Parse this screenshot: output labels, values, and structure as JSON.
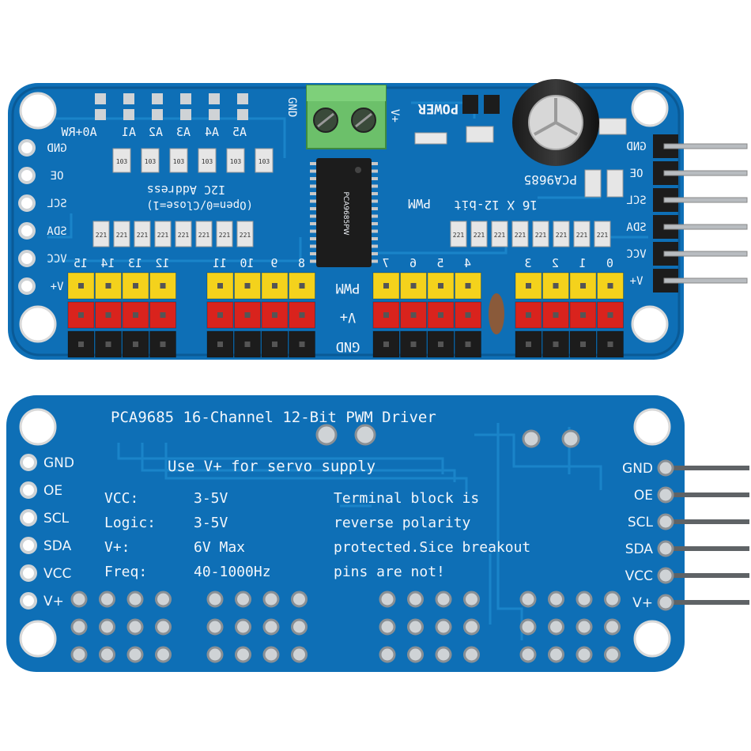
{
  "colors": {
    "background": "#ffffff",
    "pcb_blue": "#0e6fb6",
    "pcb_dark": "#0a5a96",
    "trace": "#1a84c9",
    "silkscreen": "#f2f6fb",
    "header_yellow": "#f4d21c",
    "header_red": "#d9231d",
    "header_black": "#1c1c1c",
    "terminal_green": "#6cc06a"
  },
  "top_board": {
    "left_pins": [
      "GND",
      "OE",
      "SCL",
      "SDA",
      "VCC",
      "V+"
    ],
    "right_pins": [
      "GND",
      "OE",
      "SCL",
      "SDA",
      "VCC",
      "V+"
    ],
    "address_labels": [
      "A0+RW",
      "A1",
      "A2",
      "A3",
      "A4",
      "A5"
    ],
    "address_title": "I2C Address",
    "address_hint": "(Open=0/Close=1)",
    "chip_name": "PCA9685",
    "chip_subtitle": "16 X 12-bit",
    "pwm_label": "PWM",
    "terminal_left": "GND",
    "terminal_right": "V+",
    "power_label": "POWER",
    "row_labels": [
      "PWM",
      "V+",
      "GND"
    ],
    "channel_numbers_left": [
      "15",
      "14",
      "13",
      "12",
      "11",
      "10",
      "9",
      "8"
    ],
    "channel_numbers_right": [
      "7",
      "6",
      "5",
      "4",
      "3",
      "2",
      "1",
      "0"
    ],
    "resistor_code": "221",
    "cap_code": "103"
  },
  "bottom_board": {
    "title": "PCA9685 16-Channel 12-Bit PWM Driver",
    "supply_note": "Use V+ for servo supply",
    "left_pins": [
      "GND",
      "OE",
      "SCL",
      "SDA",
      "VCC",
      "V+"
    ],
    "right_pins": [
      "GND",
      "OE",
      "SCL",
      "SDA",
      "VCC",
      "V+"
    ],
    "specs": [
      {
        "label": "VCC:",
        "value": "3-5V"
      },
      {
        "label": "Logic:",
        "value": "3-5V"
      },
      {
        "label": "V+:",
        "value": "6V Max"
      },
      {
        "label": "Freq:",
        "value": "40-1000Hz"
      }
    ],
    "notes": [
      "Terminal block is",
      "reverse polarity",
      "protected.Sice breakout",
      "pins are not!"
    ]
  }
}
